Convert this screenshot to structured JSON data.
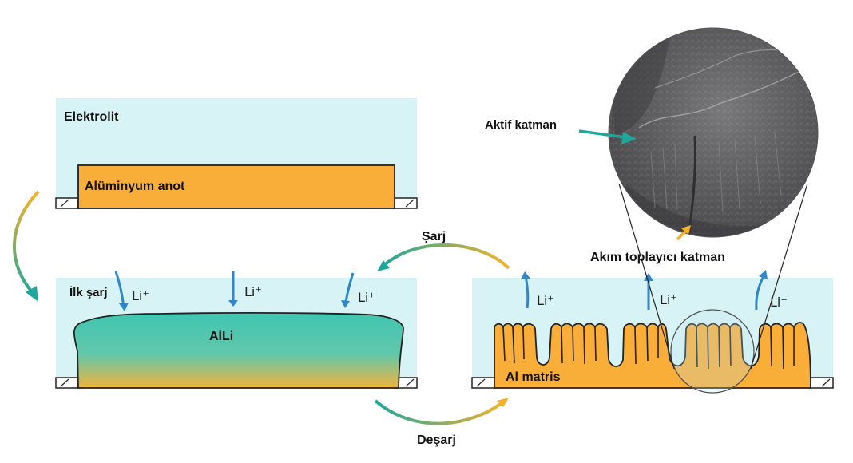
{
  "panels": {
    "initial": {
      "electrolyte_label": "Elektrolit",
      "anode_label": "Alüminyum anot"
    },
    "charged": {
      "step_label": "İlk şarj",
      "alloy_label": "AlLi",
      "ion_labels": [
        "Li⁺",
        "Li⁺",
        "Li⁺"
      ]
    },
    "cycled": {
      "matrix_label": "Al matris",
      "ion_labels": [
        "Li⁺",
        "Li⁺",
        "Li⁺"
      ]
    }
  },
  "arrows": {
    "charge_label": "Şarj",
    "discharge_label": "Deşarj"
  },
  "micrograph": {
    "active_layer_label": "Aktif katman",
    "current_collector_label": "Akım toplayıcı katman"
  },
  "colors": {
    "electrolyte": "#d8f3f5",
    "aluminum": "#f9ae3a",
    "alloy_top": "#3fc6b2",
    "alloy_bottom": "#f0b43a",
    "ion_arrow": "#2f86c9",
    "teal_arrow": "#1ea79a",
    "orange_arrow": "#f5b229"
  }
}
